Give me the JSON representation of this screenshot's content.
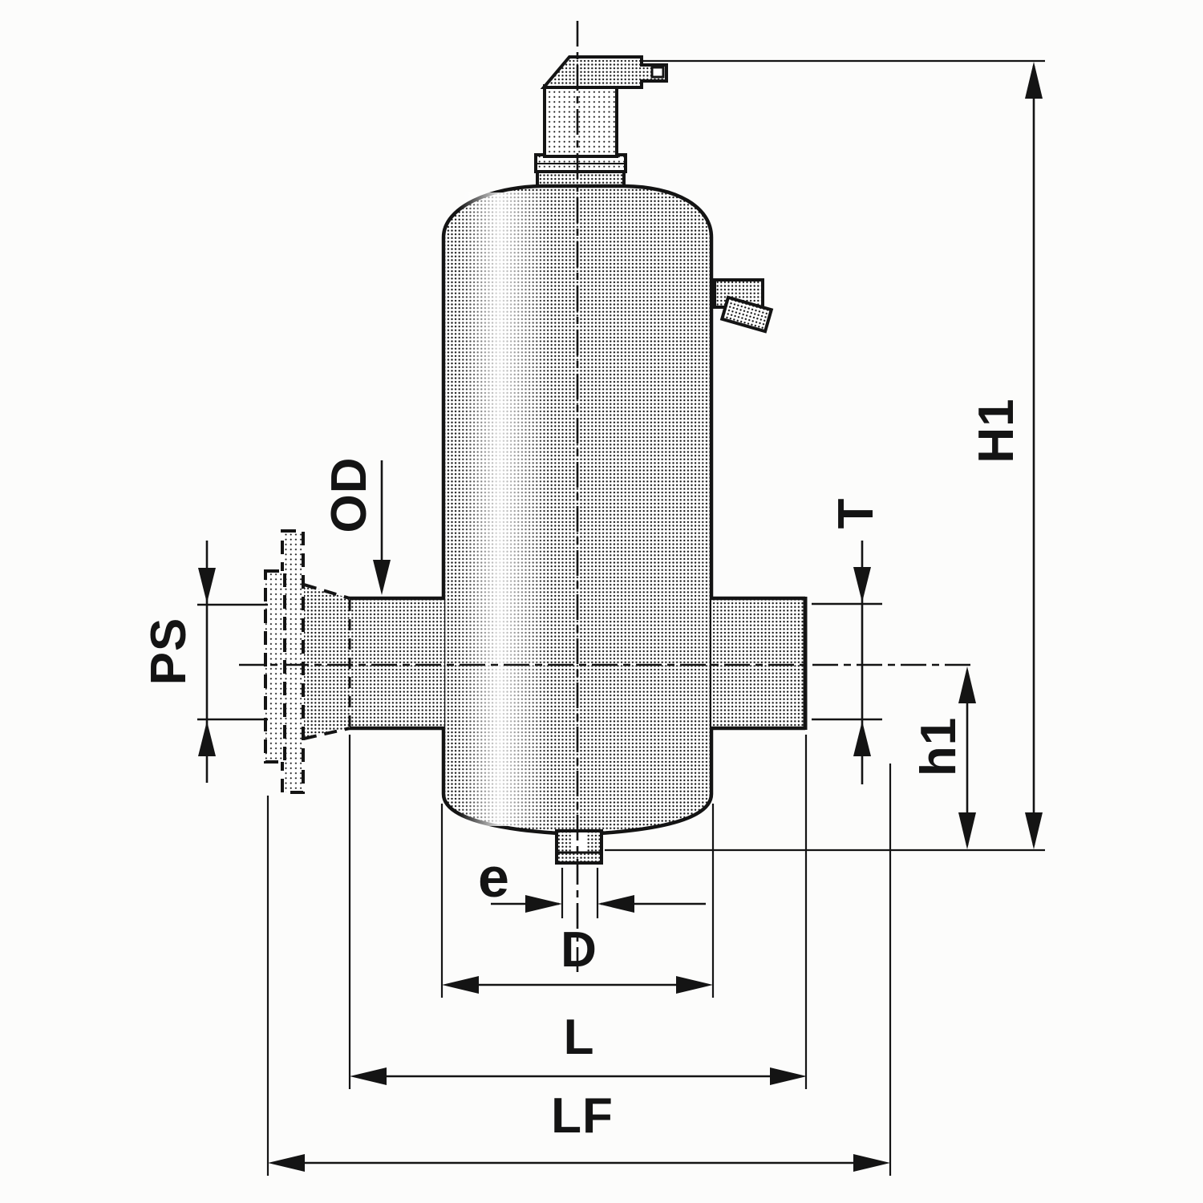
{
  "figure": {
    "kind": "dimensioned engineering drawing",
    "subject": "air separator vessel with top air vent, side drain cock, flanged left connection, plain right connection and bottom drain plug"
  },
  "dimension_labels": {
    "PS": "PS",
    "OD": "OD",
    "T": "T",
    "H1": "H1",
    "h1": "h1",
    "e": "e",
    "D": "D",
    "L": "L",
    "LF": "LF"
  },
  "colors": {
    "ink": "#141414",
    "paper": "#fcfcfb"
  }
}
